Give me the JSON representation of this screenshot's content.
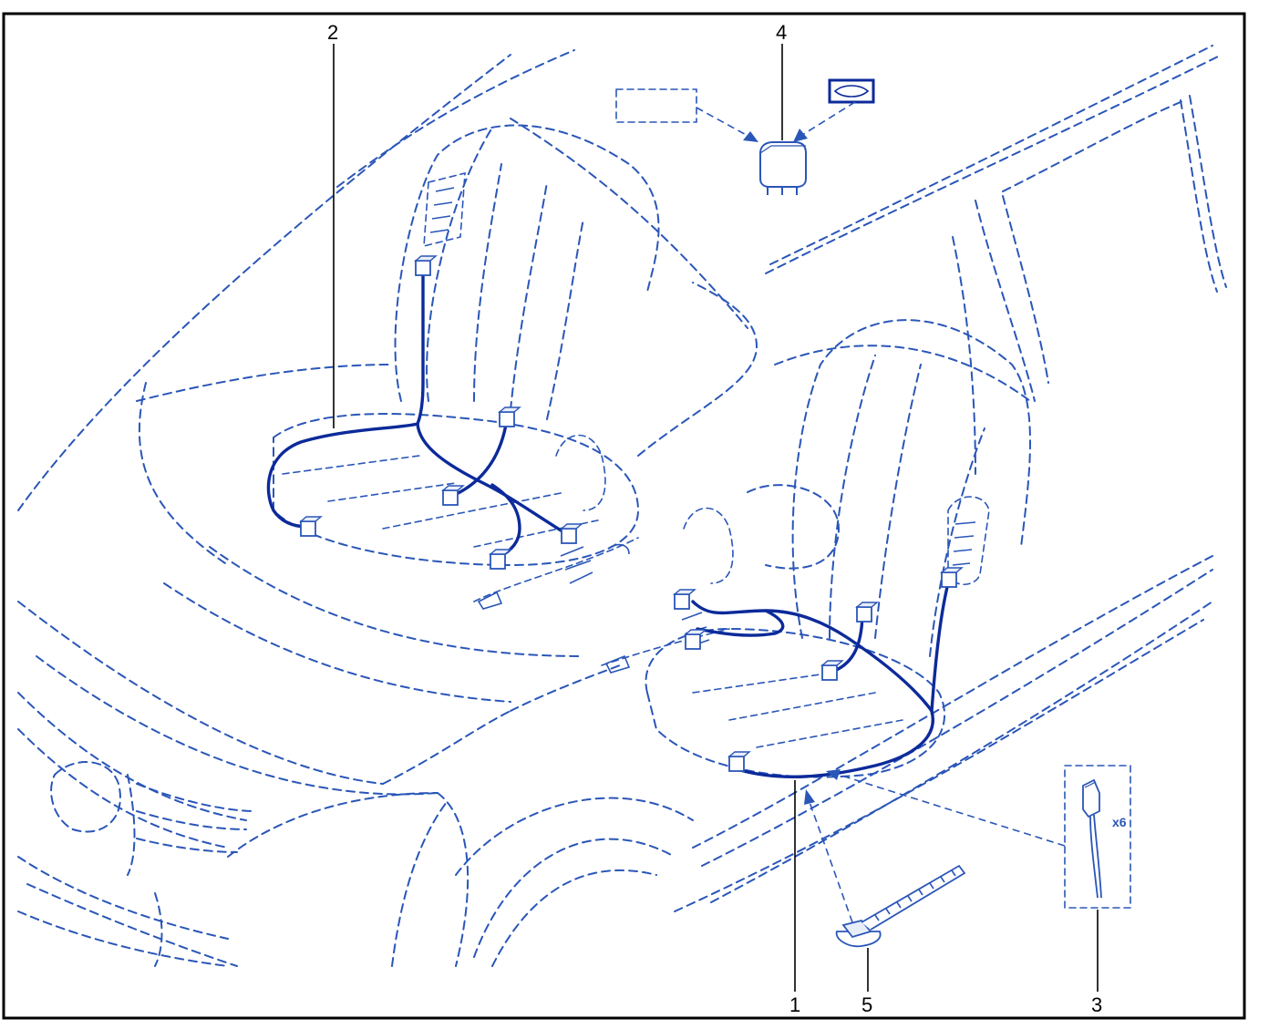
{
  "callouts": [
    {
      "id": "1",
      "label": "1"
    },
    {
      "id": "2",
      "label": "2"
    },
    {
      "id": "3",
      "label": "3"
    },
    {
      "id": "4",
      "label": "4"
    },
    {
      "id": "5",
      "label": "5"
    }
  ],
  "inset_quantity": "x6",
  "colors": {
    "line": "#2a56b8",
    "harness": "#0c2a9a",
    "frame": "#000000"
  }
}
